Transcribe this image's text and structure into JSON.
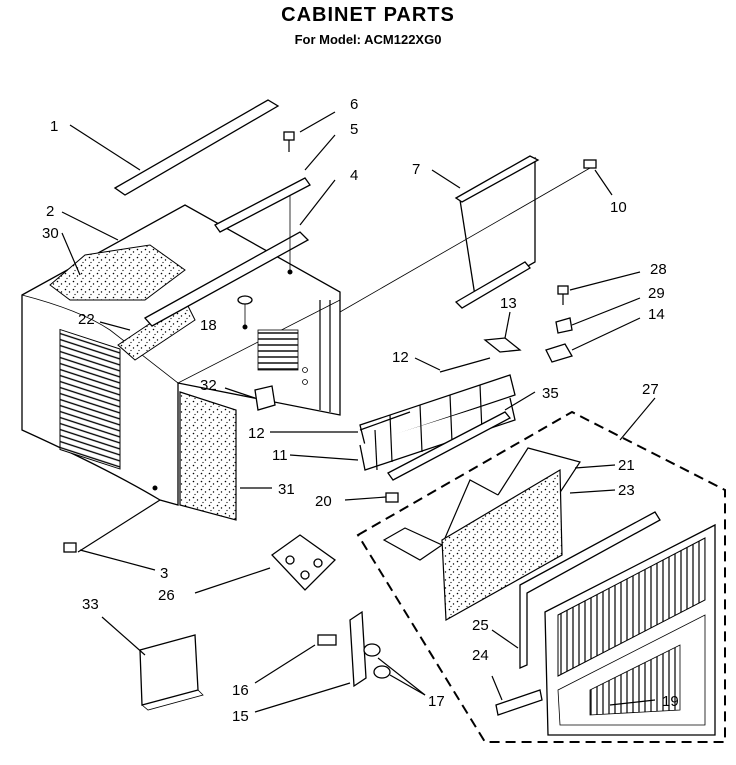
{
  "header": {
    "title": "CABINET PARTS",
    "subtitle": "For Model: ACM122XG0"
  },
  "callouts": [
    "1",
    "2",
    "30",
    "22",
    "18",
    "6",
    "5",
    "4",
    "7",
    "10",
    "28",
    "29",
    "14",
    "13",
    "12",
    "35",
    "27",
    "32",
    "12",
    "11",
    "20",
    "21",
    "23",
    "31",
    "3",
    "26",
    "33",
    "25",
    "24",
    "16",
    "15",
    "17",
    "19"
  ]
}
